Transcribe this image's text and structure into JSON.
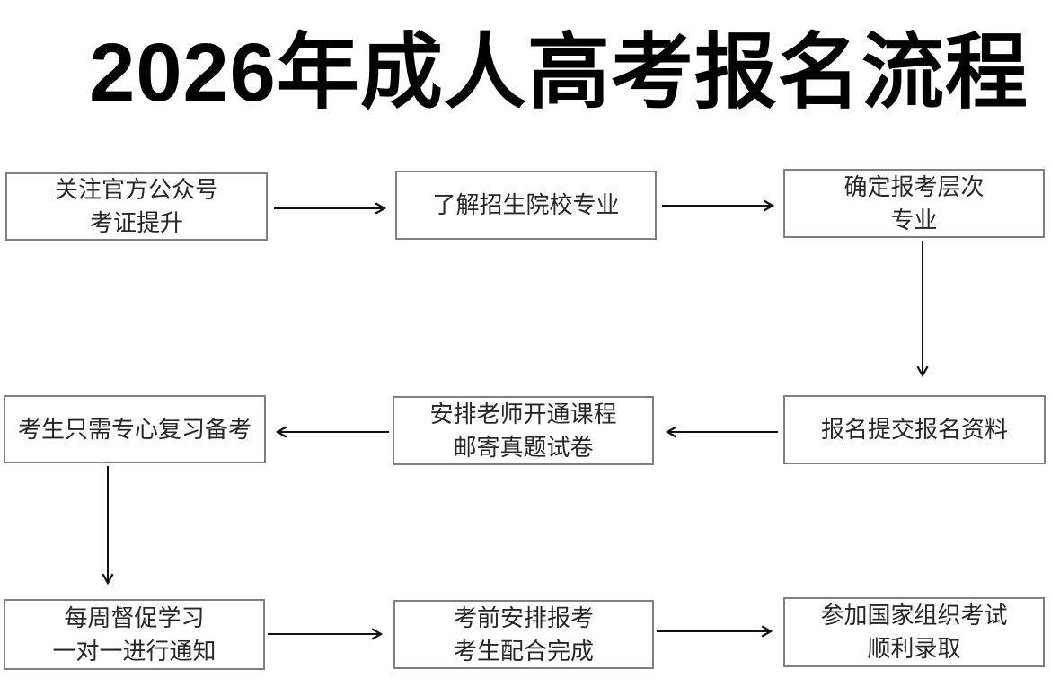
{
  "title": "2026年成人高考报名流程",
  "flow": {
    "steps": [
      {
        "lines": [
          "关注官方公众号",
          "考证提升"
        ]
      },
      {
        "lines": [
          "了解招生院校专业"
        ]
      },
      {
        "lines": [
          "确定报考层次",
          "专业"
        ]
      },
      {
        "lines": [
          "报名提交报名资料"
        ]
      },
      {
        "lines": [
          "安排老师开通课程",
          "邮寄真题试卷"
        ]
      },
      {
        "lines": [
          "考生只需专心复习备考"
        ]
      },
      {
        "lines": [
          "每周督促学习",
          "一对一进行通知"
        ]
      },
      {
        "lines": [
          "考前安排报考",
          "考生配合完成"
        ]
      },
      {
        "lines": [
          "参加国家组织考试",
          "顺利录取"
        ]
      }
    ]
  },
  "colors": {
    "background": "#ffffff",
    "box_border": "#7f7f7f",
    "box_text": "#262626",
    "arrow": "#111111",
    "title_text": "#000000"
  }
}
